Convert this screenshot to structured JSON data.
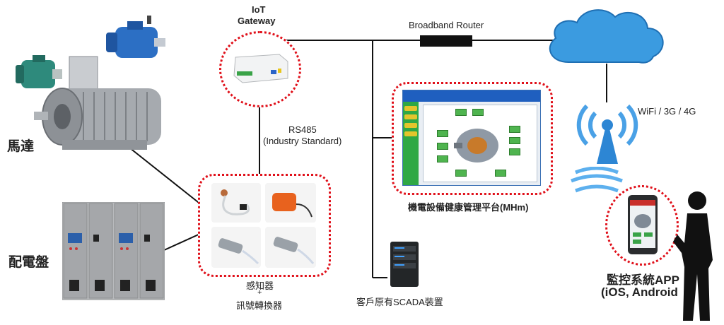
{
  "labels": {
    "iot_gateway_line1": "IoT",
    "iot_gateway_line2": "Gateway",
    "broadband_router": "Broadband Router",
    "rs485_line1": "RS485",
    "rs485_line2": "(Industry  Standard)",
    "wifi": "WiFi / 3G / 4G",
    "motor": "馬達",
    "switchboard": "配電盤",
    "mhm_platform": "機電設備健康管理平台(MHm)",
    "sensor_line1": "感知器",
    "sensor_plus": "+",
    "sensor_line2": "訊號轉換器",
    "scada": "客戶原有SCADA裝置",
    "app_line1": "監控系統APP",
    "app_line2": "(iOS, Android"
  },
  "colors": {
    "dotted_border": "#e0101a",
    "cloud": "#3b9be0",
    "line": "#111111"
  },
  "icons": [
    "motor-image",
    "switchboard-image",
    "gateway-device",
    "router-box",
    "cloud-icon",
    "antenna-tower-icon",
    "wifi-waves-icon",
    "server-icon",
    "smartphone-icon",
    "person-silhouette"
  ]
}
